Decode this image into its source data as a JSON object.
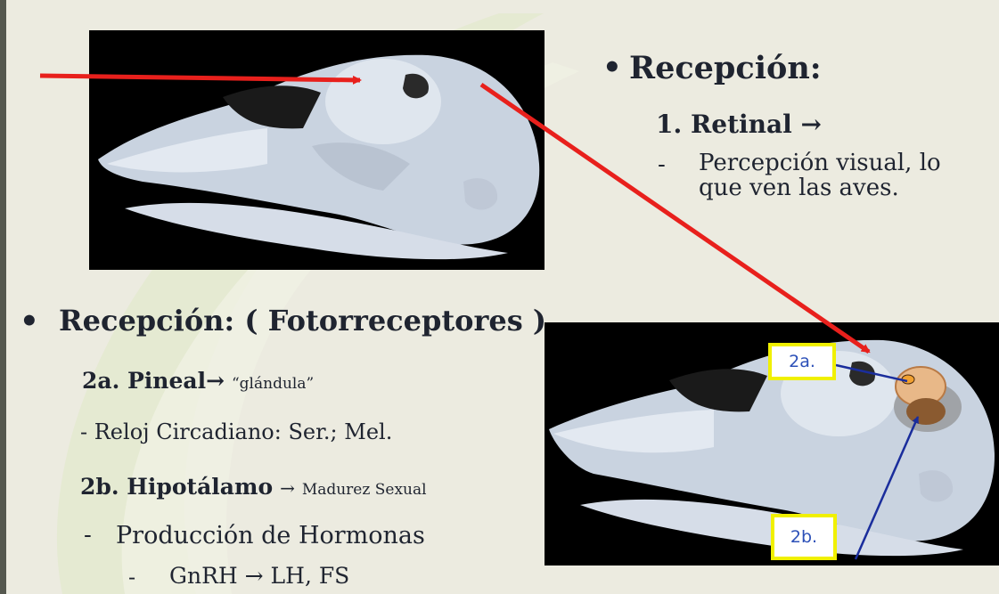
{
  "colors": {
    "arrow_red": "#e8201c",
    "arrow_blue": "#1a2d9c",
    "label_border": "#f0f000",
    "label_text": "#2c50b8"
  },
  "top_right": {
    "bullet": "•",
    "heading": "Recepción:",
    "item1": "1. Retinal →",
    "dash": "-",
    "desc_line1": "Percepción visual, lo",
    "desc_line2": "que ven las aves."
  },
  "bottom_left": {
    "bullet": "•",
    "heading": "Recepción: ( Fotorreceptores )",
    "pineal_bold": "2a. Pineal",
    "pineal_arrow": "→",
    "pineal_small": "“glándula”",
    "reloj": "- Reloj Circadiano: Ser.; Mel.",
    "hipo_bold": "2b. Hipotálamo",
    "hipo_arrow": "→",
    "hipo_small": "Madurez Sexual",
    "dash1": "-",
    "produccion": "Producción de Hormonas",
    "dash2": "-",
    "gnrh": "GnRH → LH, FS"
  },
  "labels": {
    "label_2a": "2a.",
    "label_2b": "2b."
  }
}
